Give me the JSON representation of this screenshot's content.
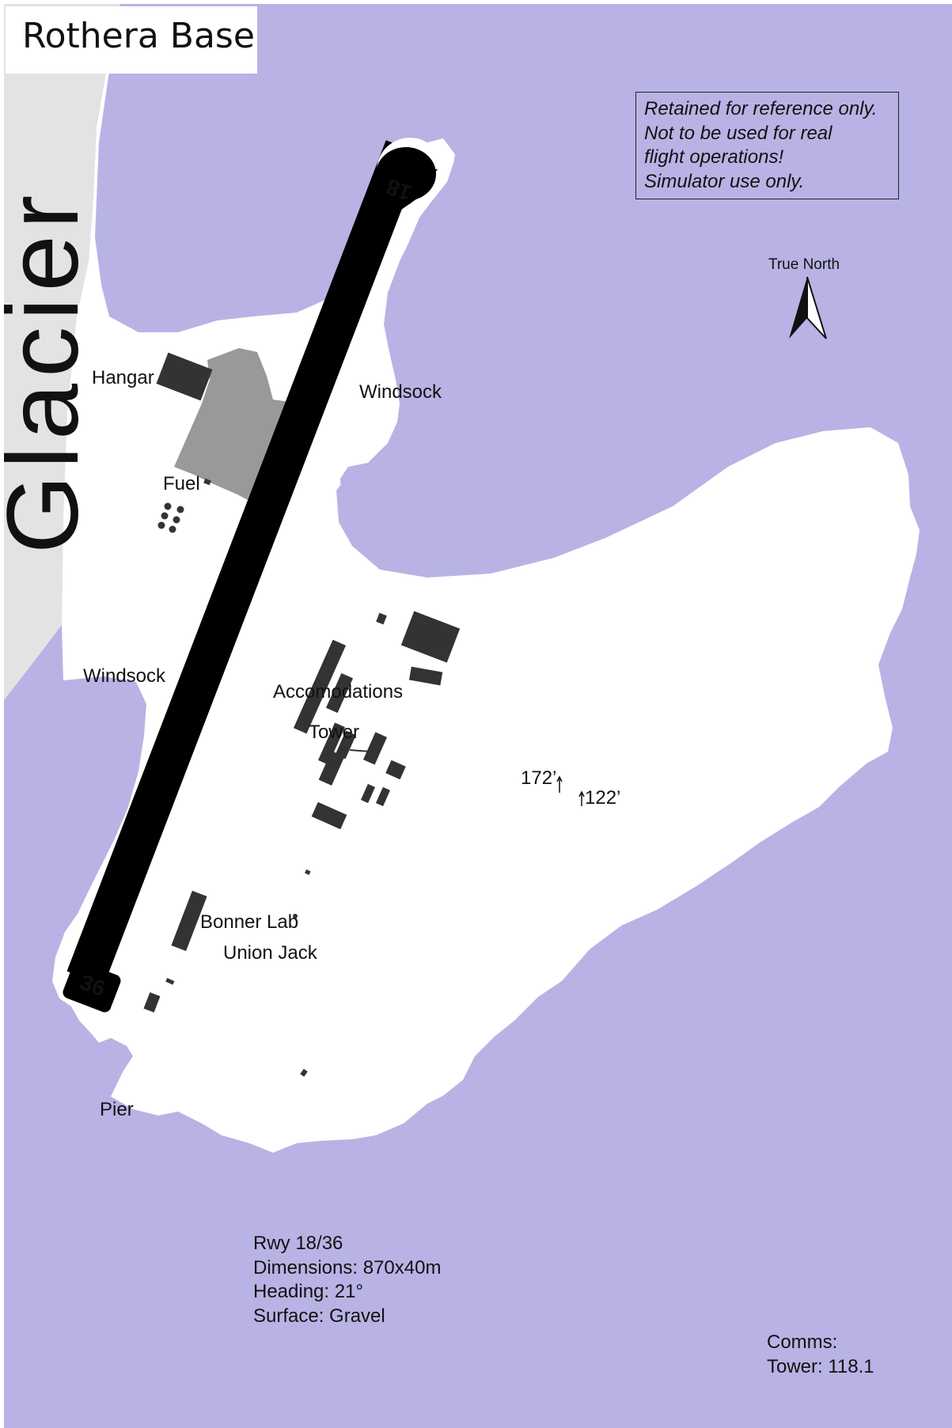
{
  "title": "Rothera Base",
  "disclaimer": [
    "Retained for reference only.",
    "Not to be used for real",
    "flight operations!",
    "Simulator use only."
  ],
  "north_label": "True North",
  "glacier_label": "Glacier",
  "runway": {
    "north_end": "18",
    "south_end": "36"
  },
  "labels": {
    "hangar": "Hangar",
    "windsock_north": "Windsock",
    "fuel": "Fuel",
    "windsock_west": "Windsock",
    "accommodations": "Accomodations",
    "tower": "Tower",
    "elevation_1": "172’",
    "elevation_2": "122’",
    "bonner_lab": "Bonner Lab",
    "union_jack": "Union Jack",
    "pier": "Pier"
  },
  "runway_info": [
    "Rwy 18/36",
    "Dimensions: 870x40m",
    "Heading: 21°",
    "Surface: Gravel"
  ],
  "comms": [
    "Comms:",
    "Tower: 118.1"
  ],
  "colors": {
    "water": "#b8b3e4",
    "land": "#ffffff",
    "glacier": "#e3e3e3",
    "runway": "#000000",
    "apron": "#999999",
    "buildings": "#333333"
  }
}
